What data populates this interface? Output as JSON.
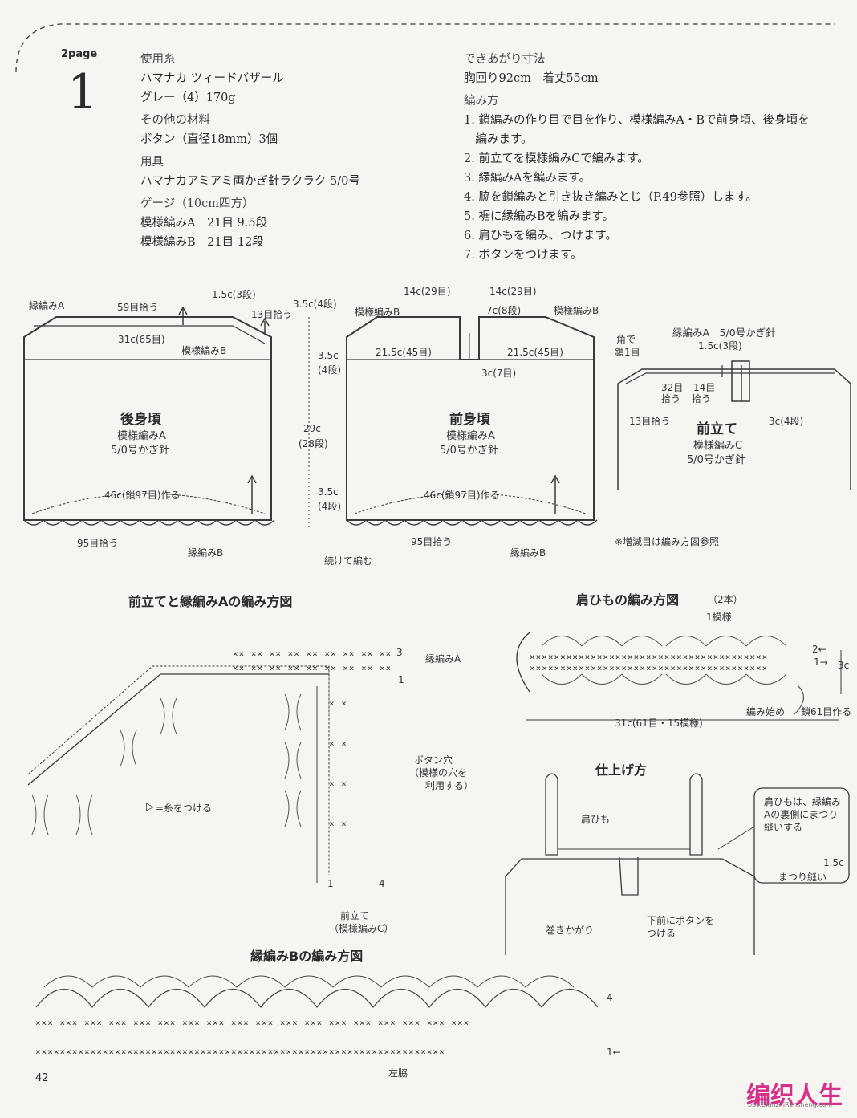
{
  "header": {
    "page_label": "2page",
    "pattern_number": "1"
  },
  "materials": {
    "yarn_head": "使用糸",
    "yarn_name": "ハマナカ ツィードバザール",
    "yarn_color": "グレー（4）170g",
    "other_head": "その他の材料",
    "other": "ボタン（直径18mm）3個",
    "tools_head": "用具",
    "tools": "ハマナカアミアミ両かぎ針ラクラク 5/0号",
    "gauge_head": "ゲージ（10cm四方）",
    "gauge_a": "模様編みA　21目 9.5段",
    "gauge_b": "模様編みB　21目 12段"
  },
  "finished": {
    "size_head": "できあがり寸法",
    "size": "胸回り92cm　着丈55cm",
    "steps_head": "編み方",
    "steps": [
      "1. 鎖編みの作り目で目を作り、模様編みA・Bで前身頃、後身頃を",
      "　編みます。",
      "2. 前立てを模様編みCで編みます。",
      "3. 縁編みAを編みます。",
      "4. 脇を鎖編みと引き抜き編みとじ（P.49参照）します。",
      "5. 裾に縁編みBを編みます。",
      "6. 肩ひもを編み、つけます。",
      "7. ボタンをつけます。"
    ]
  },
  "back": {
    "edge_a": "縁編みA",
    "pick59": "59目拾う",
    "d15": "1.5c(3段)",
    "pick13": "13目拾う",
    "w31": "31c(65目)",
    "pat_b": "模様編みB",
    "title": "後身頃",
    "pat_a": "模様編みA",
    "hook": "5/0号かぎ針",
    "w46": "46c(鎖97目)作る",
    "pick95": "95目拾う",
    "edge_b": "縁編みB"
  },
  "dims": {
    "d35a": "3.5c(4段)",
    "d35b": "3.5c",
    "d35b2": "(4段)",
    "d29": "29c",
    "d29b": "(28段)",
    "d35c": "3.5c",
    "d35c2": "(4段)",
    "cont": "続けて編む"
  },
  "front": {
    "w14a": "14c(29目)",
    "w14b": "14c(29目)",
    "pat_b_l": "模様編みB",
    "pat_b_r": "模様編みB",
    "d7": "7c(8段)",
    "w215l": "21.5c(45目)",
    "w215r": "21.5c(45目)",
    "d3": "3c(7目)",
    "title": "前身頃",
    "pat_a": "模様編みA",
    "hook": "5/0号かぎ針",
    "w46": "46c(鎖97目)作る",
    "pick95": "95目拾う",
    "edge_b": "縁編みB"
  },
  "placket": {
    "corner1": "角で",
    "corner2": "鎖1目",
    "edge_a": "縁編みA　5/0号かぎ針",
    "d15": "1.5c(3段)",
    "pick32a": "32目",
    "pick32b": "拾う",
    "pick14a": "14目",
    "pick14b": "拾う",
    "pick13": "13目拾う",
    "d3": "3c(4段)",
    "title": "前立て",
    "pat_c": "模様編みC",
    "hook": "5/0号かぎ針",
    "note": "※増減目は編み方図参照"
  },
  "chart1": {
    "title": "前立てと縁編みAの編み方図",
    "edge_a": "縁編みA",
    "row3": "3",
    "row1": "1",
    "button1": "ボタン穴",
    "button2": "（模様の穴を",
    "button3": "利用する）",
    "thread": "=糸をつける",
    "col1": "1",
    "col4": "4",
    "placket1": "前立て",
    "placket2": "（模様編みC）"
  },
  "strap": {
    "title": "肩ひもの編み方図",
    "count": "（2本）",
    "repeat": "1模様",
    "row2": "2←",
    "row1": "1→",
    "height": "3c",
    "start": "編み始め",
    "chain": "鎖61目作る",
    "width": "31c(61目・15模様)"
  },
  "finish": {
    "title": "仕上げ方",
    "strap": "肩ひも",
    "note1": "肩ひもは、縁編み",
    "note2": "Aの裏側にまつり",
    "note3": "縫いする",
    "d15": "1.5c",
    "stitch": "まつり縫い",
    "whip": "巻きかがり",
    "button1": "下前にボタンを",
    "button2": "つける"
  },
  "chart2": {
    "title": "縁編みBの編み方図",
    "row4": "4",
    "row1": "1←",
    "side": "左脇"
  },
  "footer": {
    "page": "42"
  },
  "watermark": {
    "text": "编织人生",
    "url": "bbs.BianzhiRensheng.com"
  }
}
